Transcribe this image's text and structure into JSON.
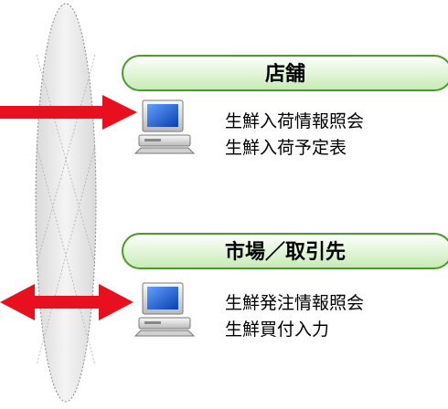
{
  "colors": {
    "arrow": "#e8101e",
    "header_fill_top": "#ffffff",
    "header_fill_bottom": "#c6ebb3",
    "header_stroke": "#4a9a2c",
    "ellipse_fill": "#e6e6e6",
    "ellipse_stroke": "#8a8a8a",
    "monitor_screen": "#1e5fd6"
  },
  "sections": [
    {
      "header": "店舗",
      "icon": "computer-icon",
      "arrow": "one-way-right",
      "items": [
        "生鮮入荷情報照会",
        "生鮮入荷予定表"
      ]
    },
    {
      "header": "市場／取引先",
      "icon": "computer-icon",
      "arrow": "two-way",
      "items": [
        "生鮮発注情報照会",
        "生鮮買付入力"
      ]
    }
  ]
}
